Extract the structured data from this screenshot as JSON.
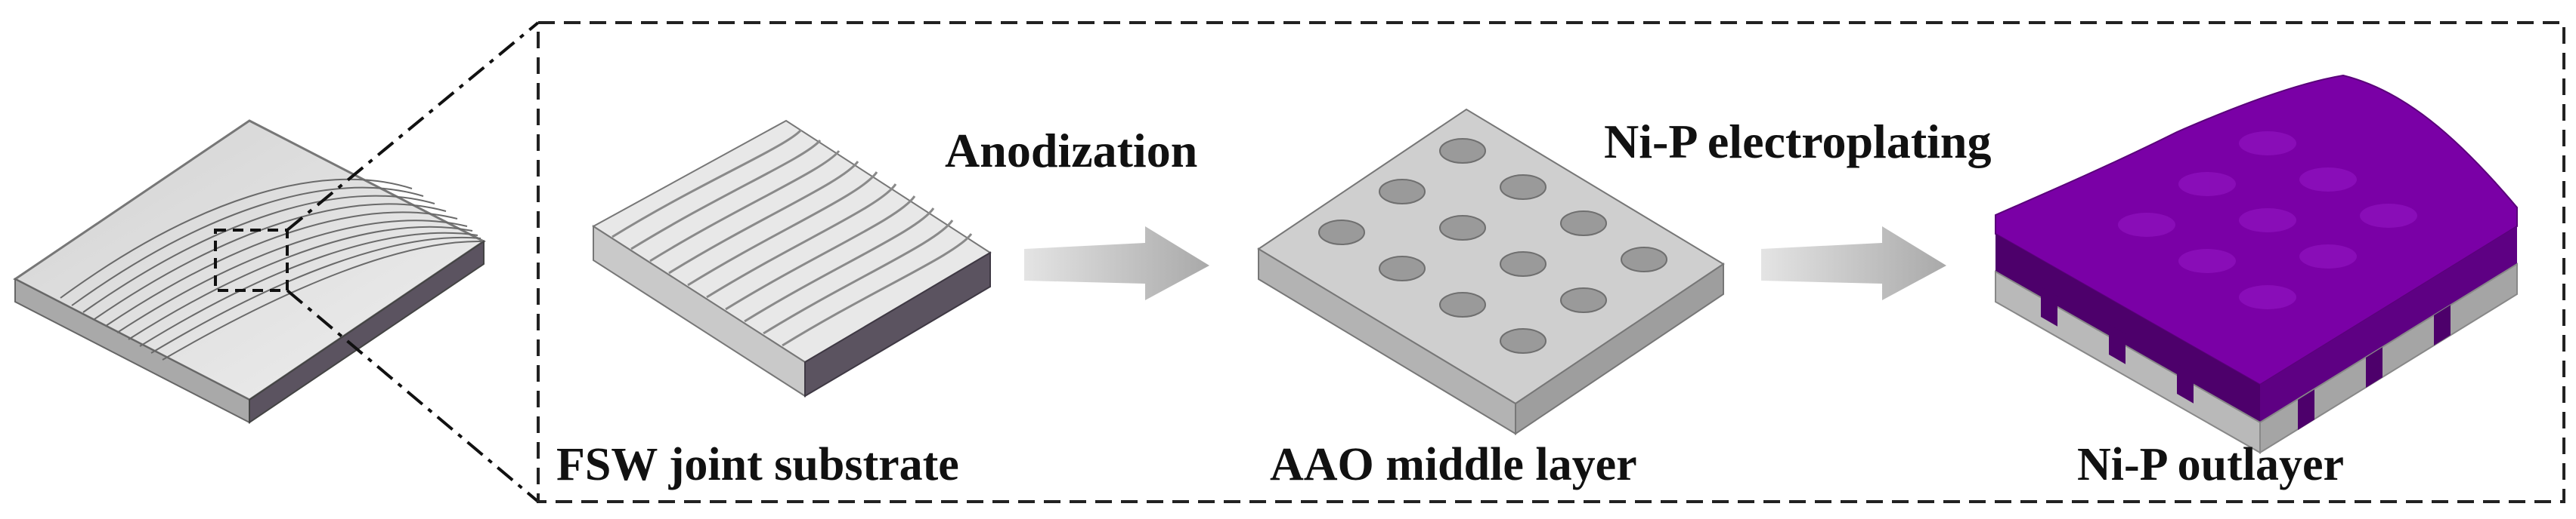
{
  "labels": {
    "substrate": "FSW joint substrate",
    "aao": "AAO middle layer",
    "nip": "Ni-P outlayer"
  },
  "steps": {
    "anodization": "Anodization",
    "electroplating": "Ni-P electroplating"
  },
  "colors": {
    "substrate_top": "#dadada",
    "substrate_side": "#5b5360",
    "aao_top": "#cfcfcf",
    "aao_side": "#b3b3b3",
    "nip_purple": "#7a00a6",
    "nip_dark": "#4d006b",
    "arrow": "#b8b8b8",
    "frame": "#222222"
  }
}
